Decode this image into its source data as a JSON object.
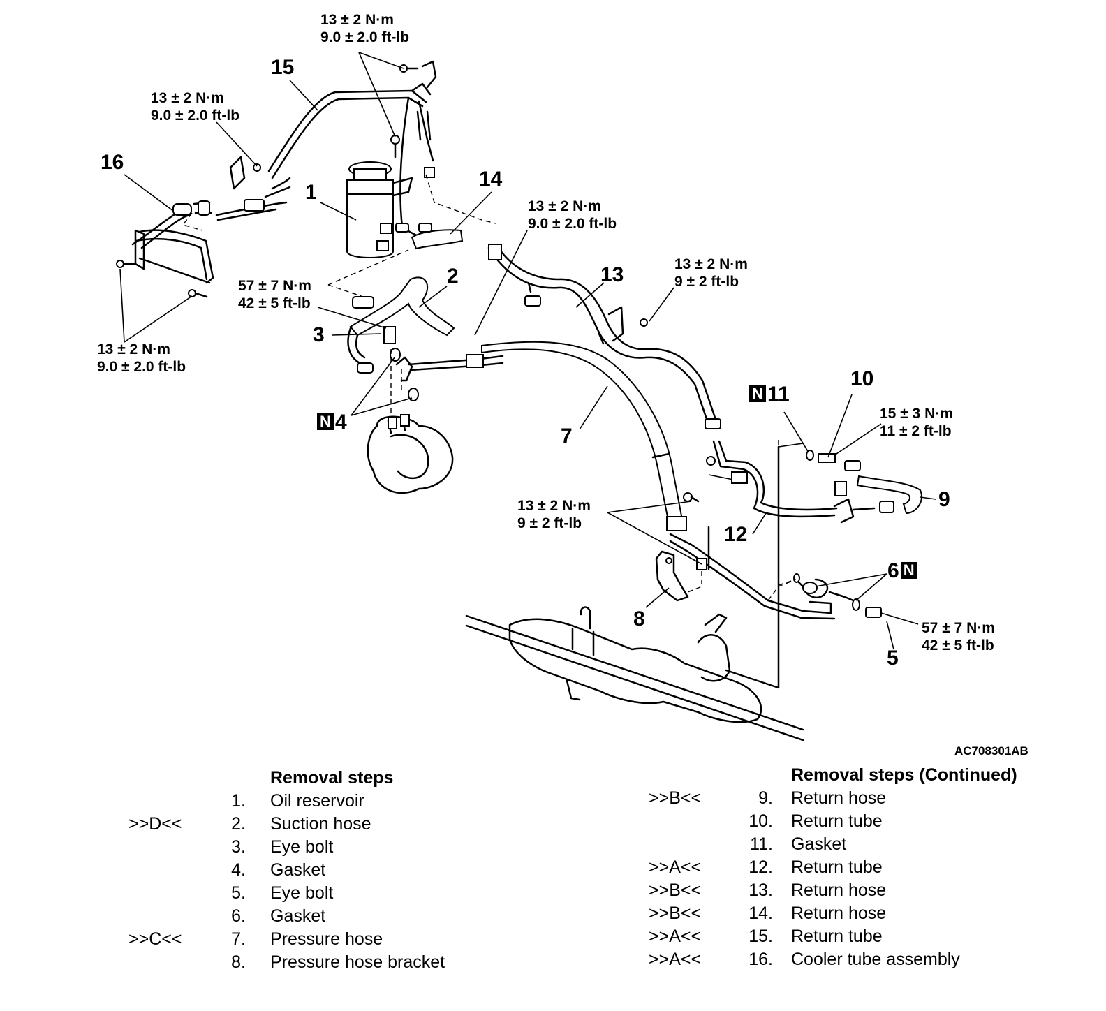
{
  "diagram": {
    "callouts": {
      "c1": "1",
      "c2": "2",
      "c3": "3",
      "c4": "4",
      "c5": "5",
      "c6": "6",
      "c7": "7",
      "c8": "8",
      "c9": "9",
      "c10": "10",
      "c11": "11",
      "c12": "12",
      "c13": "13",
      "c14": "14",
      "c15": "15",
      "c16": "16"
    },
    "new_part_badge": "N",
    "torques": {
      "t_top": {
        "metric": "13 ± 2 N·m",
        "imperial": "9.0 ± 2.0 ft-lb"
      },
      "t_leftup": {
        "metric": "13 ± 2 N·m",
        "imperial": "9.0 ± 2.0 ft-lb"
      },
      "t_mid": {
        "metric": "13 ± 2 N·m",
        "imperial": "9.0 ± 2.0 ft-lb"
      },
      "t_right": {
        "metric": "13 ± 2 N·m",
        "imperial": "9 ± 2 ft-lb"
      },
      "t_eyebolt3": {
        "metric": "57 ± 7 N·m",
        "imperial": "42 ± 5 ft-lb"
      },
      "t_leftlow": {
        "metric": "13 ± 2 N·m",
        "imperial": "9.0 ± 2.0 ft-lb"
      },
      "t_return10": {
        "metric": "15 ± 3 N·m",
        "imperial": "11 ± 2 ft-lb"
      },
      "t_bracket": {
        "metric": "13 ± 2 N·m",
        "imperial": "9 ± 2 ft-lb"
      },
      "t_eyebolt5": {
        "metric": "57 ± 7 N·m",
        "imperial": "42 ± 5 ft-lb"
      }
    },
    "figure_code": "AC708301AB"
  },
  "removal_steps": {
    "title": "Removal steps",
    "items": [
      {
        "code": "",
        "num": "1.",
        "name": "Oil reservoir"
      },
      {
        "code": ">>D<<",
        "num": "2.",
        "name": "Suction hose"
      },
      {
        "code": "",
        "num": "3.",
        "name": "Eye bolt"
      },
      {
        "code": "",
        "num": "4.",
        "name": "Gasket"
      },
      {
        "code": "",
        "num": "5.",
        "name": "Eye bolt"
      },
      {
        "code": "",
        "num": "6.",
        "name": "Gasket"
      },
      {
        "code": ">>C<<",
        "num": "7.",
        "name": "Pressure hose"
      },
      {
        "code": "",
        "num": "8.",
        "name": "Pressure hose bracket"
      }
    ]
  },
  "removal_steps_continued": {
    "title": "Removal steps (Continued)",
    "items": [
      {
        "code": ">>B<<",
        "num": "9.",
        "name": "Return hose"
      },
      {
        "code": "",
        "num": "10.",
        "name": "Return tube"
      },
      {
        "code": "",
        "num": "11.",
        "name": "Gasket"
      },
      {
        "code": ">>A<<",
        "num": "12.",
        "name": "Return tube"
      },
      {
        "code": ">>B<<",
        "num": "13.",
        "name": "Return hose"
      },
      {
        "code": ">>B<<",
        "num": "14.",
        "name": "Return hose"
      },
      {
        "code": ">>A<<",
        "num": "15.",
        "name": "Return tube"
      },
      {
        "code": ">>A<<",
        "num": "16.",
        "name": "Cooler tube assembly"
      }
    ]
  }
}
